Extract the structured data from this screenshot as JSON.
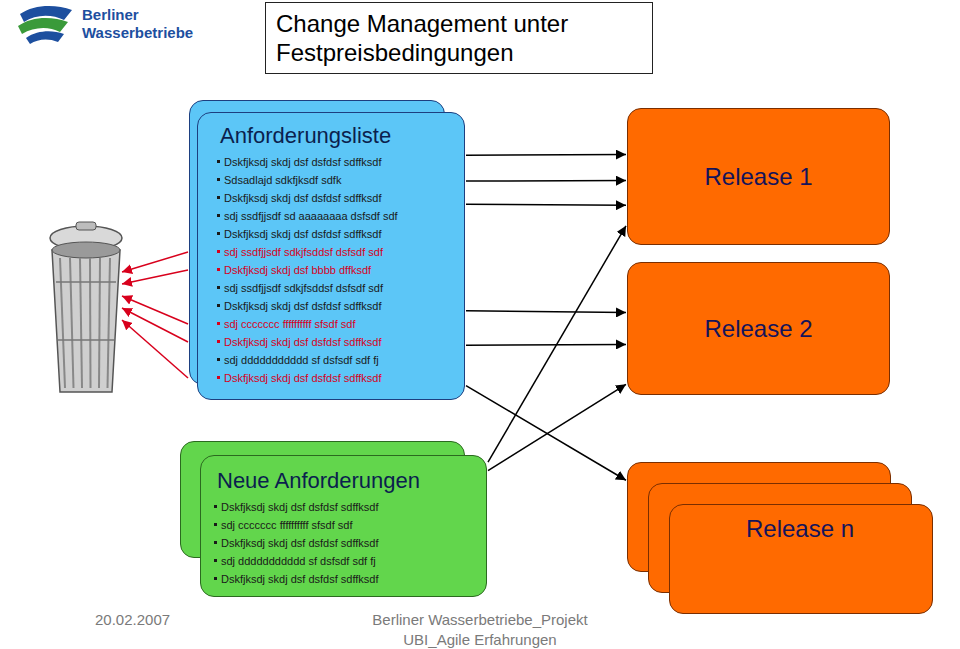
{
  "diagram": {
    "title": "Change Management unter Festpreisbedingungen",
    "nodes": [
      {
        "text": [
          "Anforderungsliste",
          "Dskfjksdj skdj dsf dsfdsf sdffksdf",
          "Sdsadlajd sdkfjksdf sdfk",
          "Dskfjksdj skdj dsf dsfdsf sdffksdf",
          "sdj ssdfjjsdf sd aaaaaaaa dsfsdf sdf",
          "Dskfjksdj skdj dsf dsfdsf sdffksdf",
          "sdj ssdfjjsdf sdkjfsddsf dsfsdf sdf",
          "Dskfjksdj skdj dsf bbbb dffksdf",
          "sdj ssdfjjsdf sdkjfsddsf dsfsdf sdf",
          "Dskfjksdj skdj dsf dsfdsf sdffksdf",
          "sdj ccccccc ffffffffff sfsdf sdf",
          "Dskfjksdj skdj dsf dsfdsf sdffksdf",
          "sdj ddddddddddd sf dsfsdf sdf fj",
          "Dskfjksdj skdj dsf dsfdsf sdffksdf"
        ]
      },
      {
        "text": [
          "Release 1"
        ]
      },
      {
        "text": [
          "Release 2"
        ]
      },
      {
        "text": [
          "Neue Anforderungen",
          "Dskfjksdj skdj dsf dsfdsf sdffksdf",
          "sdj ccccccc ffffffffff sfsdf sdf",
          "Dskfjksdj skdj dsf dsfdsf sdffksdf",
          "sdj ddddddddddd sf dsfsdf sdf fj",
          "Dskfjksdj skdj dsf dsfdsf sdffksdf"
        ]
      },
      {
        "text": [
          "Release n"
        ]
      }
    ],
    "edges": [
      {
        "from": 0,
        "to": 1,
        "arrow": "to"
      },
      {
        "from": 0,
        "to": 1,
        "arrow": "to"
      },
      {
        "from": 0,
        "to": 1,
        "arrow": "to"
      },
      {
        "from": 0,
        "to": 2,
        "arrow": "to"
      },
      {
        "from": 0,
        "to": 2,
        "arrow": "to"
      },
      {
        "from": 0,
        "to": 4,
        "arrow": "to"
      },
      {
        "from": 3,
        "to": 1,
        "arrow": "to"
      },
      {
        "from": 3,
        "to": 2,
        "arrow": "to"
      }
    ],
    "labels": [
      "Berliner Wasserbetriebe",
      "20.02.2007",
      "Berliner Wasserbetriebe_Projekt UBI_Agile Erfahrungen"
    ]
  }
}
